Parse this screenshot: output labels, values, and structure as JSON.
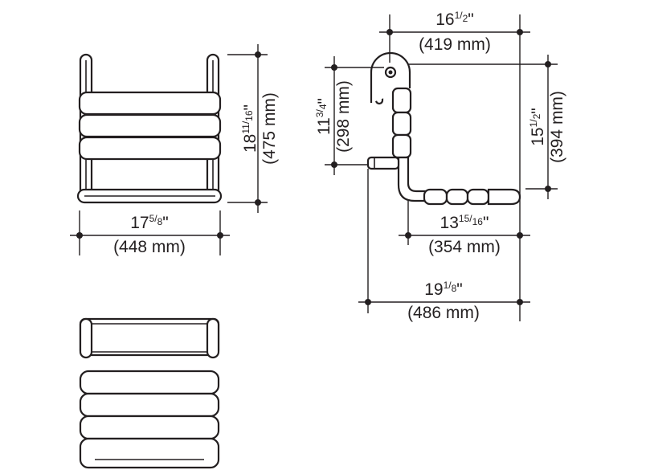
{
  "views": {
    "front": {
      "name": "front-view"
    },
    "side": {
      "name": "side-view"
    },
    "top": {
      "name": "top-view"
    }
  },
  "dimensions": {
    "front_height": {
      "whole": "18",
      "num": "11",
      "den": "16",
      "metric": "(475 mm)"
    },
    "front_width": {
      "whole": "17",
      "num": "5",
      "den": "8",
      "metric": "(448 mm)"
    },
    "side_top_width": {
      "whole": "16",
      "num": "1",
      "den": "2",
      "metric": "(419 mm)"
    },
    "side_left_height": {
      "whole": "11",
      "num": "3",
      "den": "4",
      "metric": "(298 mm)"
    },
    "side_right_height": {
      "whole": "15",
      "num": "1",
      "den": "2",
      "metric": "(394 mm)"
    },
    "side_seat_depth": {
      "whole": "13",
      "num": "15",
      "den": "16",
      "metric": "(354 mm)"
    },
    "side_total_depth": {
      "whole": "19",
      "num": "1",
      "den": "8",
      "metric": "(486 mm)"
    }
  },
  "inch_mark": "\""
}
